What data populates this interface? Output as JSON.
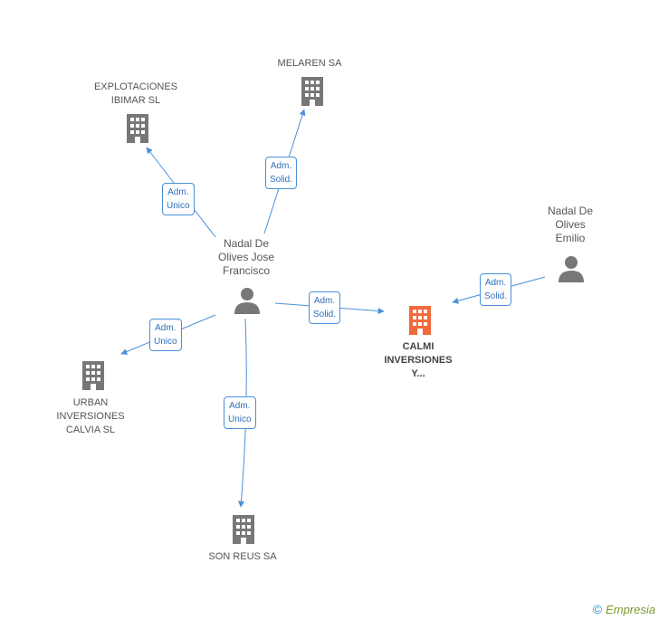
{
  "nodes": {
    "explotaciones": {
      "label": "EXPLOTACIONES\nIBIMAR SL",
      "icon": "building-icon"
    },
    "melaren": {
      "label": "MELAREN SA",
      "icon": "building-icon"
    },
    "nadal_jose": {
      "label": "Nadal De\nOlives Jose\nFrancisco",
      "icon": "person-icon"
    },
    "nadal_emilio": {
      "label": "Nadal De\nOlives\nEmilio",
      "icon": "person-icon"
    },
    "calmi": {
      "label": "CALMI\nINVERSIONES\nY...",
      "icon": "building-icon"
    },
    "urban": {
      "label": "URBAN\nINVERSIONES\nCALVIA SL",
      "icon": "building-icon"
    },
    "son_reus": {
      "label": "SON REUS SA",
      "icon": "building-icon"
    }
  },
  "edges": {
    "e1": "Adm.\nUnico",
    "e2": "Adm.\nSolid.",
    "e3": "Adm.\nSolid.",
    "e4": "Adm.\nSolid.",
    "e5": "Adm.\nUnico",
    "e6": "Adm.\nUnico"
  },
  "colors": {
    "edge": "#4a90d9",
    "building": "#777777",
    "building_main": "#f26a3c",
    "person": "#777777"
  },
  "watermark": {
    "copyright": "©",
    "brand": "Empresia"
  }
}
